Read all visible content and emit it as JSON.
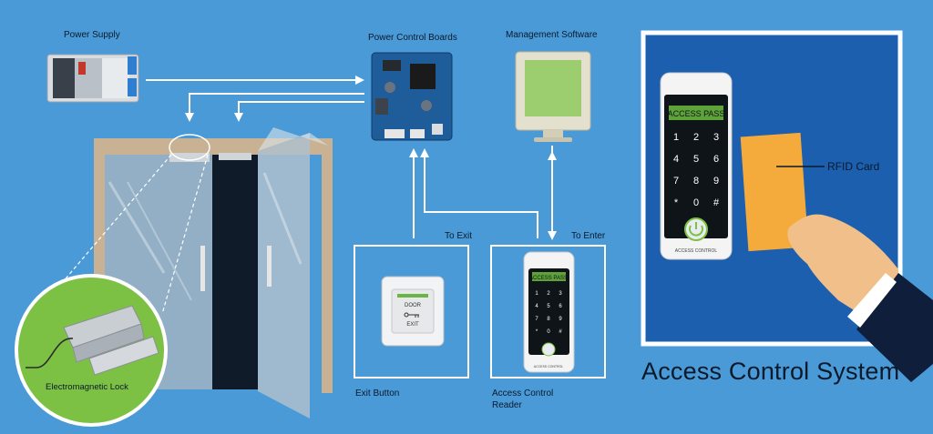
{
  "title": "Access Control System",
  "labels": {
    "power_supply": "Power Supply",
    "power_control_boards": "Power Control Boards",
    "management_software": "Management Software",
    "to_exit": "To Exit",
    "to_enter": "To Enter",
    "exit_button": "Exit Button",
    "access_control_reader_line1": "Access Control",
    "access_control_reader_line2": "Reader",
    "electromagnetic_lock": "Electromagnetic Lock",
    "rfid_card": "RFID Card"
  },
  "exit_button_device": {
    "line1": "DOOR",
    "line2": "EXIT"
  },
  "reader_small": {
    "screen_text": "ACCESS PASS",
    "footer": "ACCESS CONTROL"
  },
  "reader_large": {
    "screen_text": "ACCESS PASS",
    "footer": "ACCESS CONTROL"
  },
  "keypad_keys": [
    "1",
    "2",
    "3",
    "4",
    "5",
    "6",
    "7",
    "8",
    "9",
    "*",
    "0",
    "#"
  ],
  "colors": {
    "background": "#4a9ad8",
    "panel": "#1b5fae",
    "screen_green": "#9ccd6e",
    "lock_circle": "#7cc144",
    "card": "#f4ab3c",
    "keypad": "#0f1419"
  },
  "icons": [
    "power-supply-icon",
    "control-board-icon",
    "monitor-icon",
    "door-icon",
    "exit-button-icon",
    "keypad-reader-icon",
    "hand-icon",
    "rfid-card-icon",
    "power-icon",
    "key-icon"
  ]
}
